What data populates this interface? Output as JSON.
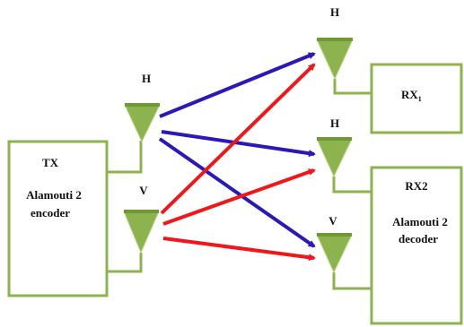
{
  "colors": {
    "block_border": "#8db34e",
    "antenna_fill": "#8db34e",
    "h_path": "#2a18b8",
    "v_path": "#f0161a",
    "text": "#111111"
  },
  "tx": {
    "title": "TX",
    "line1": "Alamouti 2",
    "line2": "encoder"
  },
  "rx1": {
    "title": "RX",
    "subscript": "1"
  },
  "rx2": {
    "title": "RX2",
    "line1": "Alamouti 2",
    "line2": "decoder"
  },
  "antenna_labels": {
    "tx_h": "H",
    "tx_v": "V",
    "rx1_h": "H",
    "rx2_h": "H",
    "rx2_v": "V"
  }
}
